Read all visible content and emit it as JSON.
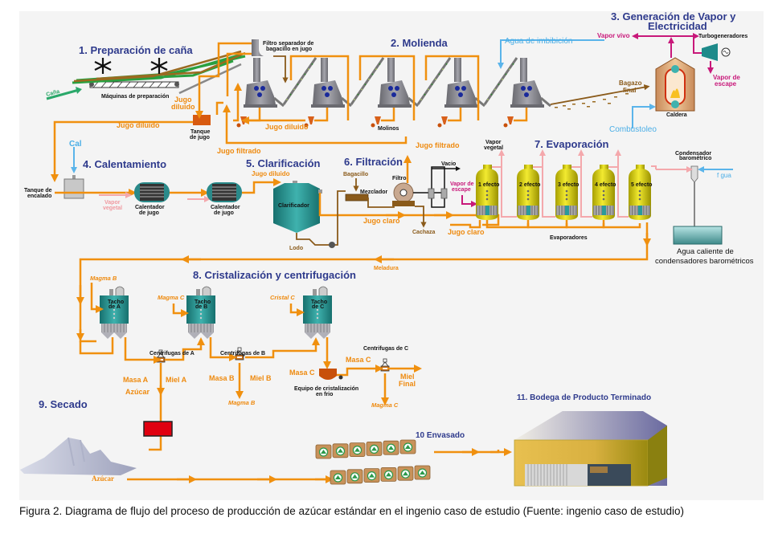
{
  "sections": {
    "s1": "1. Preparación de caña",
    "s2": "2. Molienda",
    "s3_line1": "3. Generación de Vapor y",
    "s3_line2": "Electricidad",
    "s4": "4. Calentamiento",
    "s5": "5. Clarificación",
    "s6": "6. Filtración",
    "s7": "7. Evaporación",
    "s8": "8. Cristalización y centrifugación",
    "s9": "9. Secado",
    "s10": "10 Envasado",
    "s11": "11. Bodega de Producto Terminado"
  },
  "labels": {
    "cana": "Caña",
    "maquinas": "Máquinas de preparación",
    "filtro_sep_1": "Filtro separador de",
    "filtro_sep_2": "bagacillo en jugo",
    "jugo_diluido": "Jugo diluido",
    "jugo_l1": "Jugo",
    "diluido_l2": "diluido",
    "tanque_jugo_1": "Tanque",
    "tanque_jugo_2": "de jugo",
    "molinos": "Molinos",
    "jugo_filtrado": "Jugo filtrado",
    "agua_imbibicion": "Agua  de imbibición",
    "vapor_vivo": "Vapor vivo",
    "turbogeneradores": "Turbogeneradores",
    "vapor_de": "Vapor de",
    "escape": "escape",
    "bagazo": "Bagazo",
    "final": "final",
    "caldera": "Caldera",
    "combustoleo": "Combustoleo",
    "cal": "Cal",
    "tanque_encalado_1": "Tanque de",
    "tanque_encalado_2": "encalado",
    "vapor_vegetal_1": "Vapor",
    "vapor_vegetal_2": "vegetal",
    "calentador_1": "Calentador",
    "calentador_2": "de jugo",
    "clarificador": "Clarificador",
    "lodo": "Lodo",
    "bagacillo": "Bagacillo",
    "mezclador": "Mezclador",
    "filtro": "Filtro",
    "vacio": "Vacio",
    "cachaza": "Cachaza",
    "jugo_claro": "Jugo claro",
    "efectos": [
      "1 efecto",
      "2 efecto",
      "3 efecto",
      "4 efecto",
      "5 efecto"
    ],
    "evaporadores": "Evaporadores",
    "condensador_1": "Condensador",
    "condensador_2": "barométrico",
    "agua": "f gua",
    "agua_caliente_1": "Agua caliente de",
    "agua_caliente_2": "condensadores barométricos",
    "meladura": "Meladura",
    "magma_b": "Magma B",
    "magma_c": "Magma C",
    "cristal_c": "Cristal C",
    "tacho_a_1": "Tacho",
    "tacho_a_2": "de A",
    "tacho_b_2": "de B",
    "tacho_c_2": "de C",
    "centrifugas_a": "Centrifugas de A",
    "centrifugas_b": "Centrifugas de B",
    "centrifugas_c": "Centrifugas de C",
    "masa_a": "Masa  A",
    "miel_a": "Miel  A",
    "masa_b": "Masa B",
    "miel_b": "Miel B",
    "masa_c": "Masa C",
    "miel": "Miel",
    "final2": "Final",
    "equipo_1": "Equipo de cristalización",
    "equipo_2": "en frio",
    "azucar": "Azúcar",
    "azucar2": "Azúcar"
  },
  "caption": "Figura 2. Diagrama de flujo del proceso de producción de azúcar estándar en el ingenio caso de estudio (Fuente: ingenio caso de estudio)",
  "colors": {
    "juice_flow": "#f0900f",
    "vapor_flow": "#f4a8ac",
    "live_steam": "#c8187a",
    "water": "#5ab4ea",
    "section_title": "#2e3a8c",
    "panel_bg": "#f4f4f4"
  }
}
